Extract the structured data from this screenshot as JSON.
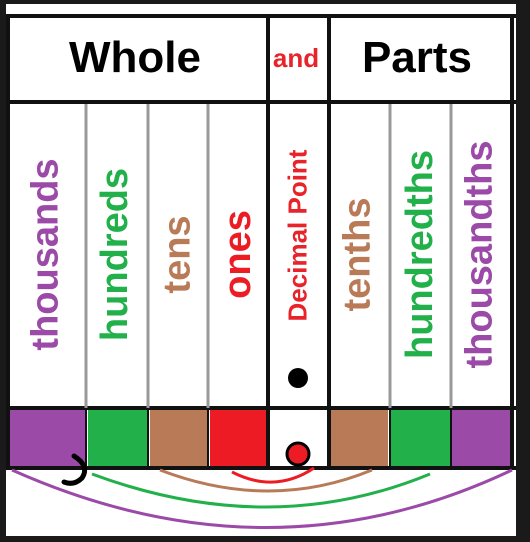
{
  "header": {
    "whole": "Whole",
    "and": "and",
    "parts": "Parts"
  },
  "columns": [
    {
      "label": "thousands",
      "color": "#9b4aa8"
    },
    {
      "label": "hundreds",
      "color": "#22b04a"
    },
    {
      "label": "tens",
      "color": "#b97a57"
    },
    {
      "label": "ones",
      "color": "#ed1c24"
    },
    {
      "label": "Decimal Point",
      "color": "#ed1c24"
    },
    {
      "label": "tenths",
      "color": "#b97a57"
    },
    {
      "label": "hundredths",
      "color": "#22b04a"
    },
    {
      "label": "thousandths",
      "color": "#9b4aa8"
    }
  ]
}
